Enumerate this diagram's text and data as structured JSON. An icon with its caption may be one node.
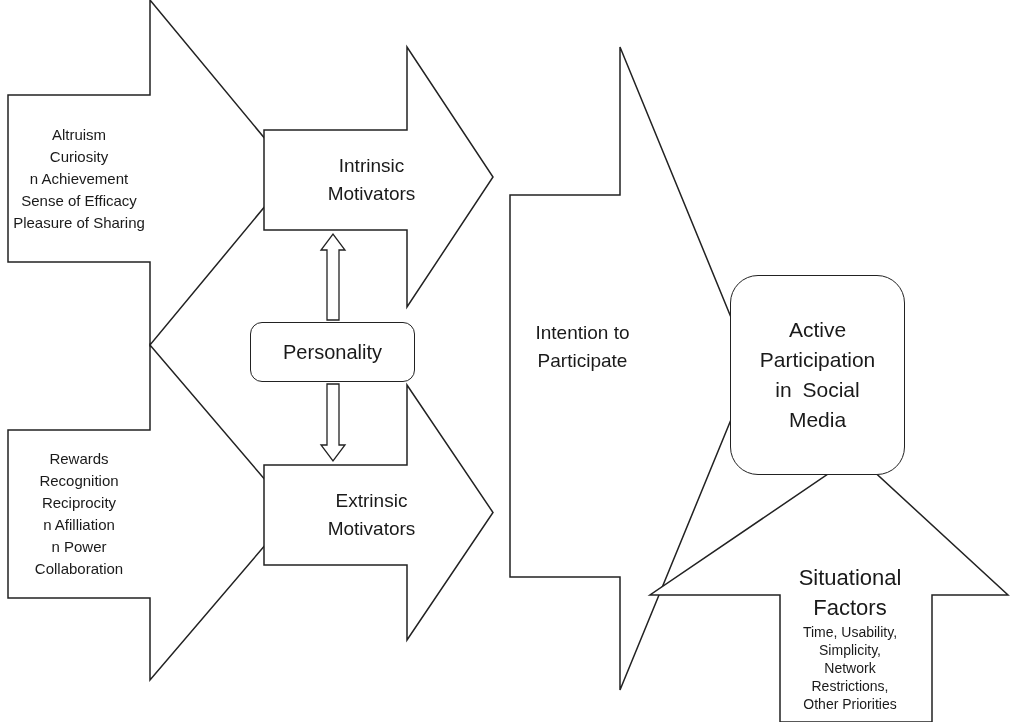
{
  "diagram": {
    "nodes": [
      {
        "text": [
          "Altruism",
          "Curiosity",
          "n Achievement",
          "Sense of Efficacy",
          "Pleasure of Sharing"
        ]
      },
      {
        "text": [
          "Rewards",
          "Recognition",
          "Reciprocity",
          "n Afilliation",
          "n Power",
          "Collaboration"
        ]
      },
      {
        "text": [
          "Intrinsic Motivators"
        ]
      },
      {
        "text": [
          "Personality"
        ]
      },
      {
        "text": [
          "Extrinsic Motivators"
        ]
      },
      {
        "text": [
          "Intention to Participate"
        ]
      },
      {
        "text": [
          "Active Participation in Social Media"
        ]
      },
      {
        "text": [
          "Situational Factors",
          "Time, Usability, Simplicity, Network Restrictions, Other Priorities"
        ]
      }
    ],
    "edges": [
      {
        "from": 3,
        "to": 2,
        "arrow": "to"
      },
      {
        "from": 3,
        "to": 4,
        "arrow": "to"
      }
    ]
  }
}
